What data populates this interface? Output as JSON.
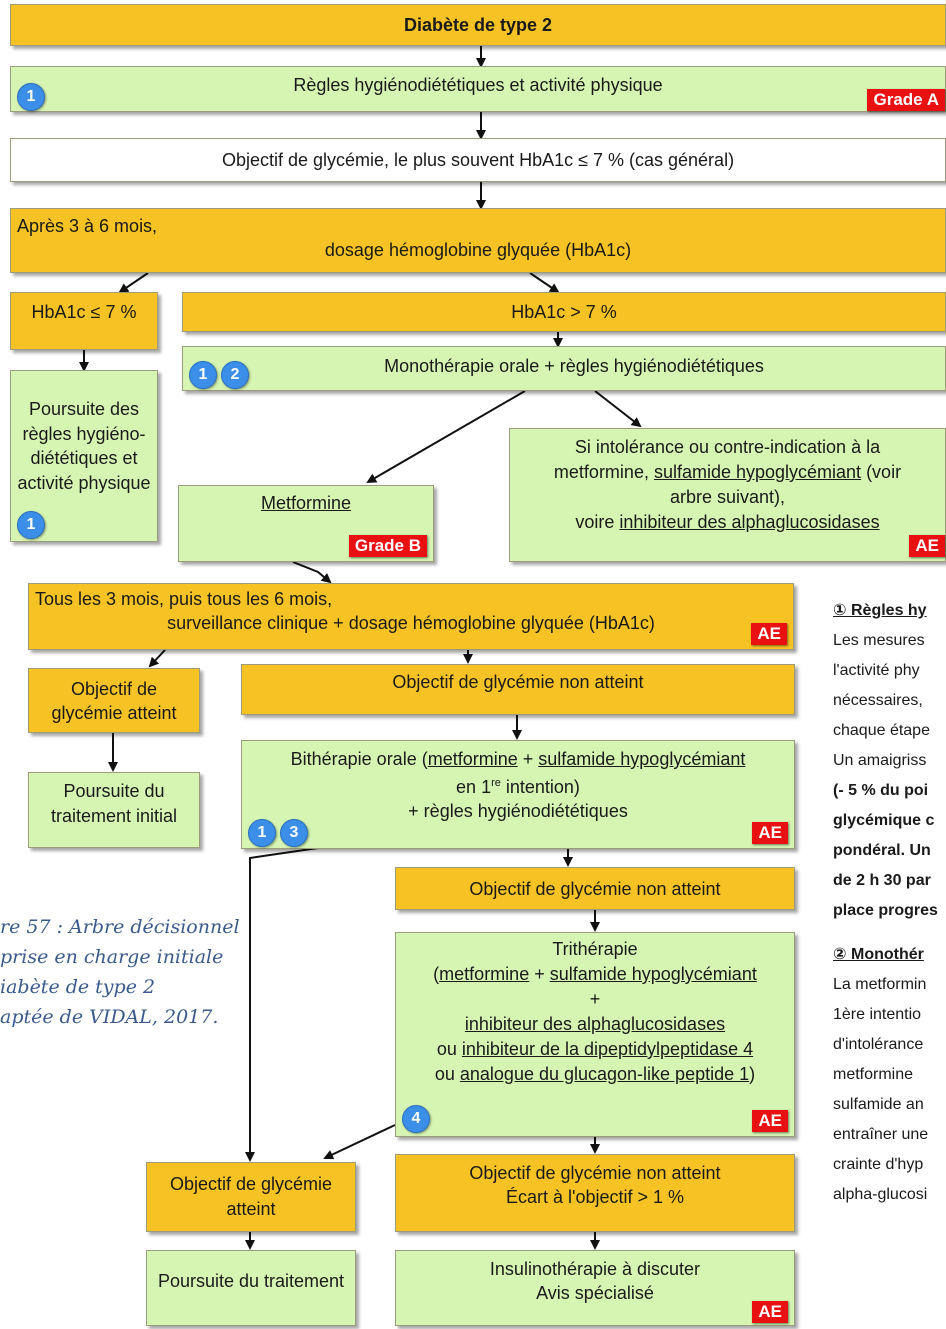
{
  "nodes": {
    "title": "Diabète de type 2",
    "hygiene": "Règles hygiénodiététiques et activité physique",
    "objective": "Objectif de glycémie, le plus souvent HbA1c ≤ 7 % (cas général)",
    "after_line1": "Après 3 à 6 mois,",
    "after_line2": "dosage hémoglobine glyquée (HbA1c)",
    "hba1c_low": "HbA1c ≤ 7 %",
    "hba1c_high": "HbA1c > 7 %",
    "pursue_rules": "Poursuite des règles hygiéno-diététiques et activité physique",
    "mono": "Monothérapie orale + règles hygiénodiététiques",
    "metformine": "Metformine",
    "intol_l1": "Si intolérance ou contre-indication à la",
    "intol_l2a": "metformine, ",
    "intol_l2b": "sulfamide hypoglycémiant",
    "intol_l2c": " (voir",
    "intol_l3": "arbre suivant),",
    "intol_l4a": "voire ",
    "intol_l4b": "inhibiteur des alphaglucosidases",
    "follow_l1": "Tous les 3 mois, puis tous les 6 mois,",
    "follow_l2": "surveillance clinique + dosage hémoglobine glyquée (HbA1c)",
    "reached1": "Objectif de glycémie atteint",
    "not_reached1": "Objectif de glycémie non atteint",
    "pursue_initial": "Poursuite du traitement initial",
    "bi_l1a": "Bithérapie orale (",
    "bi_l1b": "metformine",
    "bi_l1c": " + ",
    "bi_l1d": "sulfamide hypoglycémiant",
    "bi_l2a": "en 1",
    "bi_l2sup": "re",
    "bi_l2b": " intention)",
    "bi_l3": "+ règles hygiénodiététiques",
    "not_reached2": "Objectif de glycémie non atteint",
    "tri_l1": "Trithérapie",
    "tri_l2a": "(",
    "tri_l2b": "metformine",
    "tri_l2c": " + ",
    "tri_l2d": "sulfamide hypoglycémiant",
    "tri_l3": "+",
    "tri_l4": "inhibiteur des alphaglucosidases",
    "tri_l5a": "ou ",
    "tri_l5b": "inhibiteur de la dipeptidylpeptidase 4",
    "tri_l6a": "ou ",
    "tri_l6b": "analogue du glucagon-like peptide 1",
    "tri_l6c": ")",
    "reached2": "Objectif de glycémie atteint",
    "not_reached3_l1": "Objectif de glycémie non atteint",
    "not_reached3_l2": "Écart à l'objectif > 1 %",
    "pursue_treatment": "Poursuite du traitement",
    "insulin_l1": "Insulinothérapie à discuter",
    "insulin_l2": "Avis spécialisé"
  },
  "badges": {
    "grade_a": "Grade A",
    "grade_b": "Grade B",
    "ae": "AE"
  },
  "markers": {
    "one": "1",
    "two": "2",
    "three": "3",
    "four": "4"
  },
  "caption": {
    "l1": "re 57 : Arbre décisionnel",
    "l2": " prise en charge initiale",
    "l3": "iabète de type 2",
    "l4": "aptée de VIDAL, 2017."
  },
  "side_text": {
    "h1": "① Règles hy",
    "p1": [
      "Les mesures",
      "l'activité phy",
      "nécessaires, ",
      "chaque étape",
      "Un amaigriss",
      "(- 5 % du poi",
      "glycémique c",
      "pondéral. Un",
      "de 2 h 30 par",
      "place progres"
    ],
    "h2": "② Monothér",
    "p2": [
      "La metformin",
      "1ère intentio",
      "d'intolérance",
      "metformine ",
      "sulfamide an",
      "entraîner une",
      "crainte d'hyp",
      "alpha-glucosi"
    ]
  },
  "colors": {
    "yellow": "#f7c324",
    "green": "#d6f5b3",
    "badge_red": "#e81010",
    "marker_blue": "#3b8fe8",
    "caption_blue": "#3a5a8c"
  }
}
